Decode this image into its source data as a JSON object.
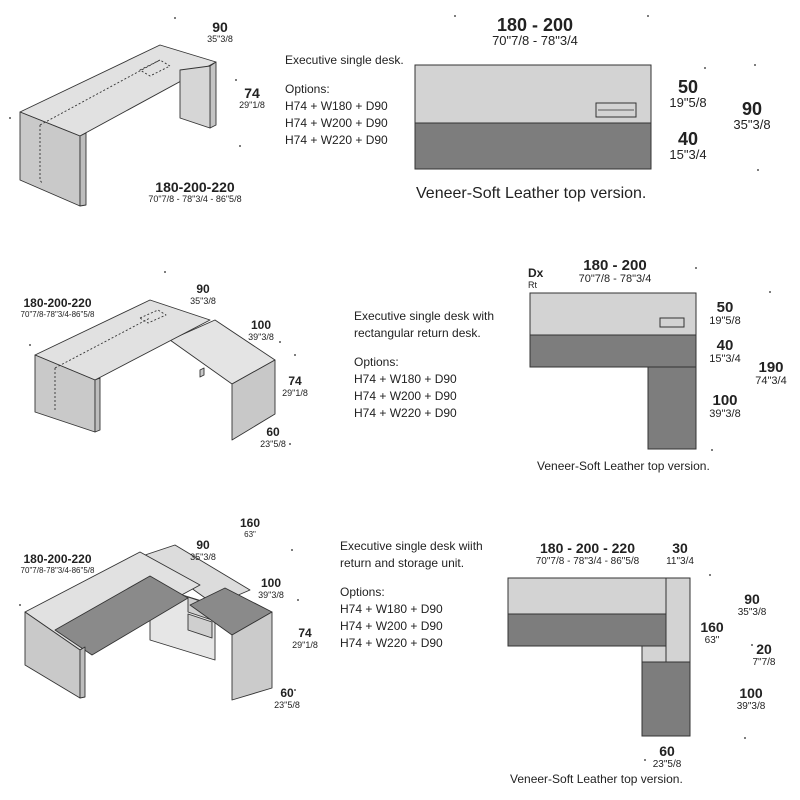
{
  "section1": {
    "desc_title": "Executive single desk.",
    "options_label": "Options:",
    "options": [
      "H74 + W180 + D90",
      "H74 + W200 + D90",
      "H74 + W220 + D90"
    ],
    "persp": {
      "depth": {
        "cm": "90",
        "in": "35\"3/8"
      },
      "height": {
        "cm": "74",
        "in": "29\"1/8"
      },
      "width": {
        "cm": "180-200-220",
        "in": "70\"7/8 - 78\"3/4 - 86\"5/8"
      }
    },
    "plan": {
      "width": {
        "cm": "180 - 200",
        "in": "70\"7/8 - 78\"3/4"
      },
      "top_depth": {
        "cm": "50",
        "in": "19\"5/8"
      },
      "bottom_depth": {
        "cm": "40",
        "in": "15\"3/4"
      },
      "total_depth": {
        "cm": "90",
        "in": "35\"3/8"
      }
    },
    "caption": "Veneer-Soft Leather top version."
  },
  "section2": {
    "desc_lines": [
      "Executive single desk with",
      "rectangular return desk."
    ],
    "options_label": "Options:",
    "options": [
      "H74 + W180 + D90",
      "H74 + W200 + D90",
      "H74 + W220 + D90"
    ],
    "persp": {
      "width": {
        "cm": "180-200-220",
        "in": "70\"7/8-78\"3/4-86\"5/8"
      },
      "depth": {
        "cm": "90",
        "in": "35\"3/8"
      },
      "return": {
        "cm": "100",
        "in": "39\"3/8"
      },
      "height": {
        "cm": "74",
        "in": "29\"1/8"
      },
      "return_depth": {
        "cm": "60",
        "in": "23\"5/8"
      }
    },
    "plan": {
      "side_label": "Dx",
      "side_sub": "Rt",
      "width": {
        "cm": "180 - 200",
        "in": "70\"7/8 - 78\"3/4"
      },
      "top_depth": {
        "cm": "50",
        "in": "19\"5/8"
      },
      "bottom_depth": {
        "cm": "40",
        "in": "15\"3/4"
      },
      "total": {
        "cm": "190",
        "in": "74\"3/4"
      },
      "return": {
        "cm": "100",
        "in": "39\"3/8"
      }
    },
    "caption": "Veneer-Soft Leather top version."
  },
  "section3": {
    "desc_lines": [
      "Executive single desk wiith",
      "return and storage unit."
    ],
    "options_label": "Options:",
    "options": [
      "H74 + W180 + D90",
      "H74 + W200 + D90",
      "H74 + W220 + D90"
    ],
    "persp": {
      "width": {
        "cm": "180-200-220",
        "in": "70\"7/8-78\"3/4-86\"5/8"
      },
      "depth": {
        "cm": "90",
        "in": "35\"3/8"
      },
      "total": {
        "cm": "160",
        "in": "63\""
      },
      "return": {
        "cm": "100",
        "in": "39\"3/8"
      },
      "height": {
        "cm": "74",
        "in": "29\"1/8"
      },
      "return_depth": {
        "cm": "60",
        "in": "23\"5/8"
      }
    },
    "plan": {
      "width": {
        "cm": "180 - 200 - 220",
        "in": "70\"7/8 - 78\"3/4 - 86\"5/8"
      },
      "storage": {
        "cm": "30",
        "in": "11\"3/4"
      },
      "depth": {
        "cm": "90",
        "in": "35\"3/8"
      },
      "total": {
        "cm": "160",
        "in": "63\""
      },
      "gap": {
        "cm": "20",
        "in": "7\"7/8"
      },
      "return": {
        "cm": "100",
        "in": "39\"3/8"
      },
      "return_depth": {
        "cm": "60",
        "in": "23\"5/8"
      }
    },
    "caption": "Veneer-Soft Leather top version."
  },
  "colors": {
    "veneer_light": "#d3d3d3",
    "leather_dark": "#7d7d7d",
    "outline": "#333333",
    "persp_light": "#dcdcdc",
    "persp_mid": "#c4c4c4"
  }
}
